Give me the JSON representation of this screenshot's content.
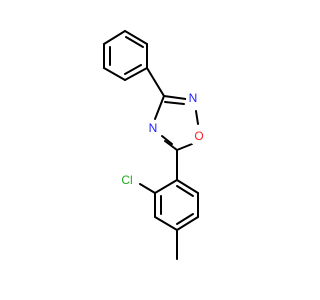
{
  "molecule": {
    "atoms": {
      "n1": {
        "symbol": "N",
        "color": "#2222ff"
      },
      "n2": {
        "symbol": "N",
        "color": "#2222ff"
      },
      "o1": {
        "symbol": "O",
        "color": "#ff2222"
      },
      "cl1": {
        "symbol": "Cl",
        "color": "#22aa22"
      }
    },
    "bond_color": "#000000"
  }
}
